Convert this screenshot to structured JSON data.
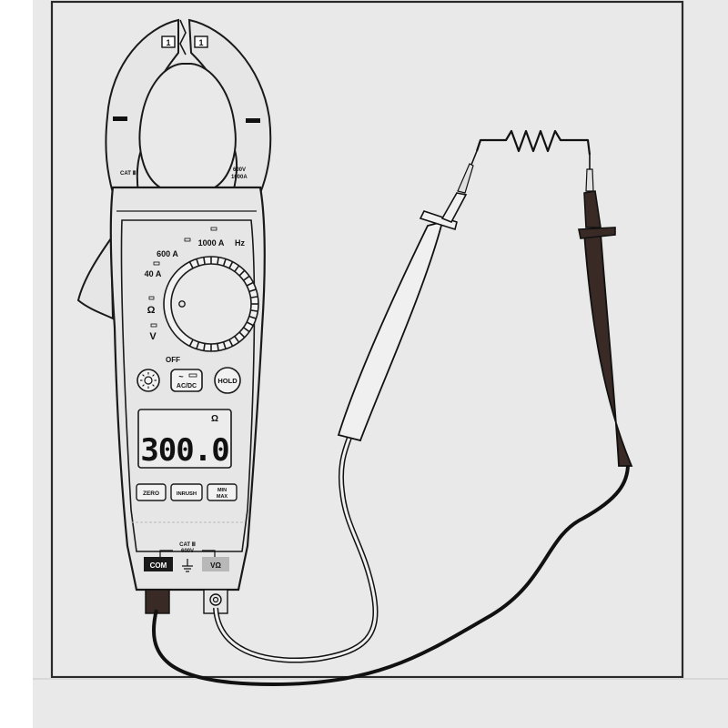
{
  "colors": {
    "page_bg": "#ffffff",
    "panel_bg": "#e9e9e9",
    "panel_border": "#2a2a2a",
    "meter_body": "#e6e6e6",
    "outline": "#1a1a1a",
    "red_lead": "#e8e8e8",
    "black_lead": "#3a2a26",
    "lcd_bg": "#ececec"
  },
  "meter": {
    "jaw_marks": [
      "1",
      "1"
    ],
    "cat_left": "CAT Ⅲ",
    "rating_voltage": "600V",
    "rating_current": "1000A",
    "ranges": {
      "a1000": "1000 A",
      "hz": "Hz",
      "a600": "600 A",
      "a40": "40 A",
      "ohm": "Ω",
      "volt": "V",
      "off": "OFF"
    },
    "buttons": {
      "backlight_icon": "sun-icon",
      "acdc": "AC/DC",
      "acdc_wave": "~",
      "hold": "HOLD",
      "zero": "ZERO",
      "inrush": "INRUSH",
      "min": "MIN",
      "max": "MAX"
    },
    "display": {
      "unit": "Ω",
      "reading": "300.0"
    },
    "terminals": {
      "cat": "CAT Ⅲ",
      "voltage": "600V",
      "com": "COM",
      "ground_icon": "ground-icon",
      "volt_ohm": "VΩ"
    }
  },
  "circuit": {
    "component": "resistor",
    "component_icon": "resistor-symbol"
  }
}
